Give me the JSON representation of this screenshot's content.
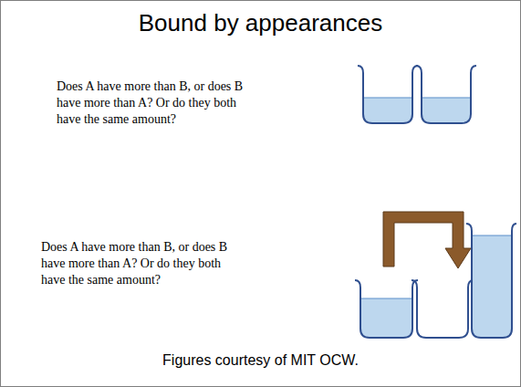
{
  "diagram": {
    "title": "Bound by appearances",
    "caption": "Figures courtesy of MIT OCW.",
    "labels": [
      "Does A have more than B, or does B have more than A? Or do they both have the same amount?",
      "Does A have more than B, or does B have more than A? Or do they both have the same amount?"
    ]
  }
}
